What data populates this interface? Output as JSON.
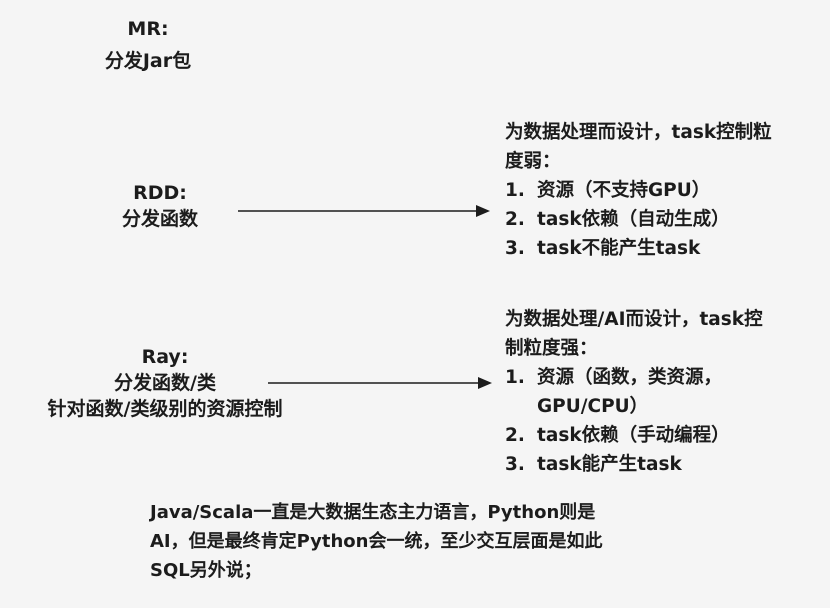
{
  "mr": {
    "title": "MR:",
    "desc": "分发Jar包"
  },
  "rdd": {
    "title": "RDD:",
    "desc": "分发函数",
    "heading_lines": [
      "为数据处理而设计，task控制粒",
      "度弱："
    ],
    "items": [
      {
        "num": "1.",
        "text": "资源（不支持GPU）"
      },
      {
        "num": "2.",
        "text": "task依赖（自动生成）"
      },
      {
        "num": "3.",
        "text": "task不能产生task"
      }
    ]
  },
  "ray": {
    "title": "Ray:",
    "desc_lines": [
      "分发函数/类",
      "针对函数/类级别的资源控制"
    ],
    "heading_lines": [
      "为数据处理/AI而设计，task控",
      "制粒度强："
    ],
    "items": [
      {
        "num": "1.",
        "text": "资源（函数，类资源，",
        "cont": "GPU/CPU）"
      },
      {
        "num": "2.",
        "text": "task依赖（手动编程）"
      },
      {
        "num": "3.",
        "text": "task能产生task"
      }
    ]
  },
  "footer": {
    "lines": [
      "Java/Scala一直是大数据生态主力语言，Python则是",
      "AI，但是最终肯定Python会一统，至少交互层面是如此",
      "SQL另外说；"
    ]
  },
  "colors": {
    "background": "#f5f5f5",
    "text": "#1c1c1c",
    "arrow": "#1c1c1c"
  }
}
